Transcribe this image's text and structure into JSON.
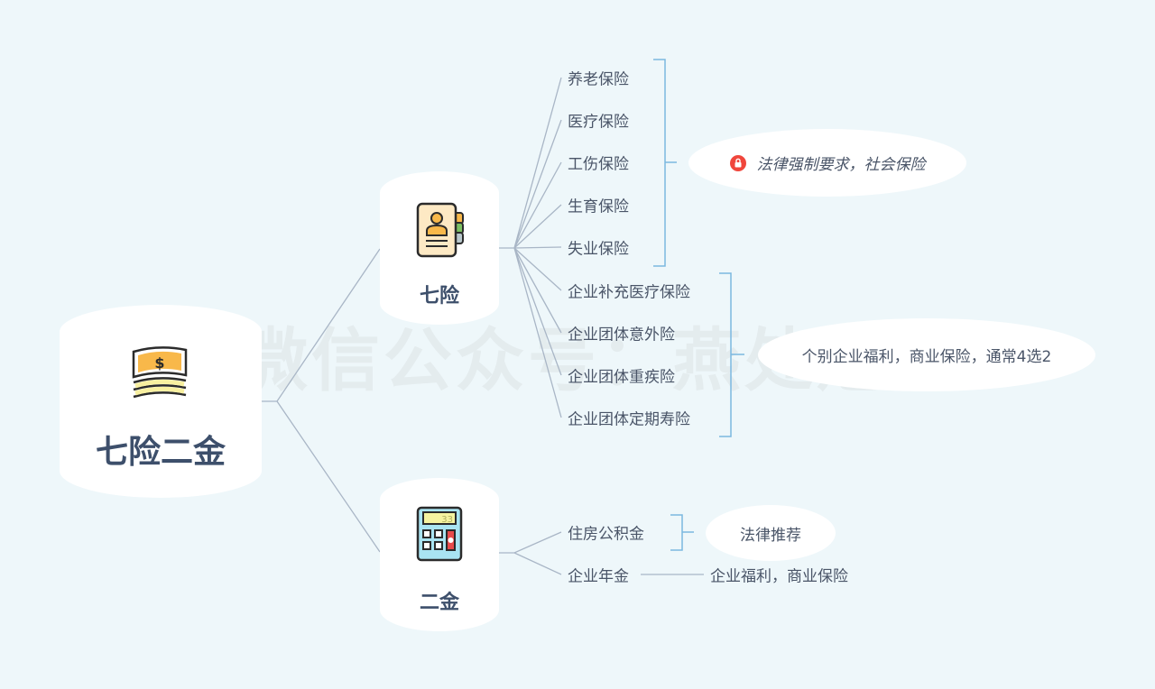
{
  "root": {
    "title": "七险二金",
    "icon": "money-bills-icon"
  },
  "branches": [
    {
      "title": "七险",
      "icon": "contact-card-icon",
      "children": [
        "养老保险",
        "医疗保险",
        "工伤保险",
        "生育保险",
        "失业保险",
        "企业补充医疗保险",
        "企业团体意外险",
        "企业团体重疾险",
        "企业团体定期寿险"
      ],
      "summaries": [
        {
          "text": "法律强制要求，社会保险",
          "icon": "lock-icon",
          "icon_color": "#f0463c"
        },
        {
          "text": "个别企业福利，商业保险，通常4选2"
        }
      ]
    },
    {
      "title": "二金",
      "icon": "calculator-icon",
      "calculator_display": "33",
      "children": [
        "住房公积金",
        "企业年金"
      ],
      "summaries": [
        {
          "text": "法律推荐"
        }
      ],
      "note": "企业福利，商业保险"
    }
  ],
  "watermark": "微信公众号：燕处危巢",
  "colors": {
    "background": "#eef7fa",
    "title": "#3d4f6b",
    "connector": "#a9b6c6",
    "bracket": "#7bb8e0"
  }
}
